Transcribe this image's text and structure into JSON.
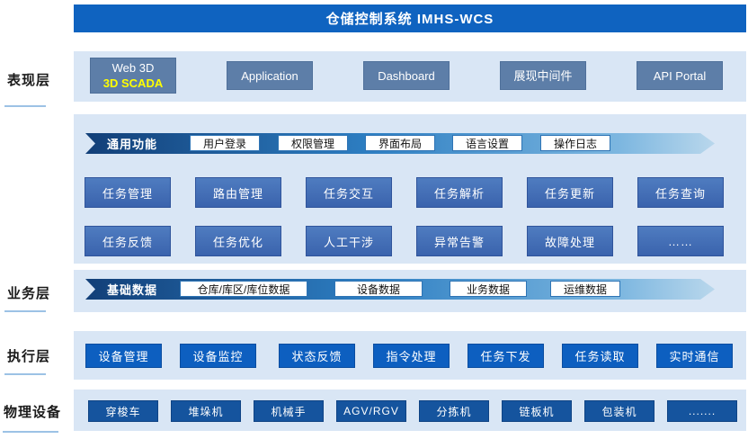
{
  "title": "仓储控制系统 IMHS-WCS",
  "colors": {
    "title_bar": "#0f63c0",
    "band": "#d9e6f5",
    "presentation_button": "#5d7ea8",
    "task_button": "#3a63ad",
    "execution_button": "#0d5fc0",
    "physical_button": "#15549e",
    "accent_yellow": "#ffff00",
    "underline": "#9cc2e5"
  },
  "layers": {
    "presentation": {
      "label": "表现层",
      "items": {
        "0": {
          "line1": "Web 3D",
          "line2": "3D SCADA"
        },
        "1": "Application",
        "2": "Dashboard",
        "3": "展现中间件",
        "4": "API Portal"
      }
    },
    "business": {
      "label": "业务层",
      "common_banner": "通用功能",
      "common_items": [
        "用户登录",
        "权限管理",
        "界面布局",
        "语言设置",
        "操作日志"
      ],
      "task_rows": [
        [
          "任务管理",
          "路由管理",
          "任务交互",
          "任务解析",
          "任务更新",
          "任务查询"
        ],
        [
          "任务反馈",
          "任务优化",
          "人工干涉",
          "异常告警",
          "故障处理",
          "……"
        ]
      ],
      "data_banner": "基础数据",
      "data_items": [
        "仓库/库区/库位数据",
        "设备数据",
        "业务数据",
        "运维数据"
      ]
    },
    "execution": {
      "label": "执行层",
      "items": [
        "设备管理",
        "设备监控",
        "状态反馈",
        "指令处理",
        "任务下发",
        "任务读取",
        "实时通信"
      ]
    },
    "physical": {
      "label": "物理设备",
      "items": [
        "穿梭车",
        "堆垛机",
        "机械手",
        "AGV/RGV",
        "分拣机",
        "链板机",
        "包装机",
        "......."
      ]
    }
  }
}
